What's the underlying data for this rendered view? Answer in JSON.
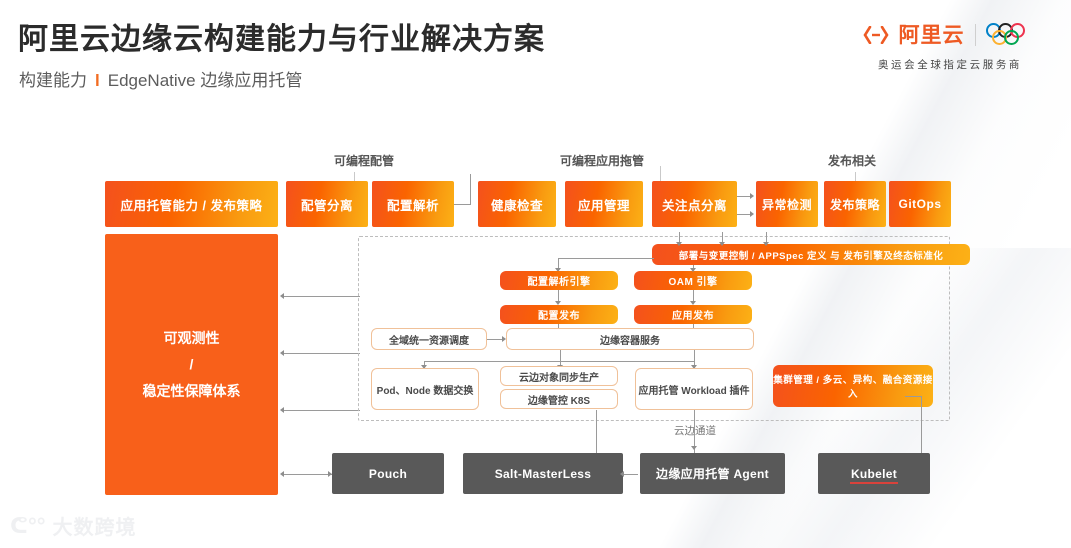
{
  "header": {
    "title": "阿里云边缘云构建能力与行业解决方案",
    "sub_left": "构建能力",
    "sub_sep": "l",
    "sub_right": "EdgeNative 边缘应用托管",
    "logo_text": "阿里云",
    "logo_caption": "奥运会全球指定云服务商"
  },
  "section_labels": {
    "programmable_config": "可编程配管",
    "programmable_app": "可编程应用拖管",
    "release_related": "发布相关"
  },
  "top_row": [
    {
      "label": "应用托管能力 / 发布策略"
    },
    {
      "label": "配管分离"
    },
    {
      "label": "配置解析"
    },
    {
      "label": "健康检查"
    },
    {
      "label": "应用管理"
    },
    {
      "label": "关注点分离"
    },
    {
      "label": "异常检测"
    },
    {
      "label": "发布策略"
    },
    {
      "label": "GitOps"
    }
  ],
  "left_block": {
    "line1": "可观测性",
    "line2": "/",
    "line3": "稳定性保障体系"
  },
  "core": {
    "banner": "部署与变更控制 / APPSpec 定义 与 发布引擎及终态标准化",
    "config_engine": "配置解析引擎",
    "oam_engine": "OAM 引擎",
    "config_release": "配置发布",
    "app_release": "应用发布",
    "global_schedule": "全域统一资源调度",
    "edge_container": "边缘容器服务",
    "pod_node": "Pod、Node 数据交换",
    "cloud_edge_sync": "云边对象同步生产",
    "edge_k8s": "边缘管控 K8S",
    "workload_plugin": "应用托管 Workload 插件",
    "cluster_mgmt": "集群管理 / 多云、异构、融合资源接入",
    "channel_label": "云边通道"
  },
  "bottom_row": [
    {
      "label": "Pouch"
    },
    {
      "label": "Salt-MasterLess"
    },
    {
      "label": "边缘应用托管 Agent"
    },
    {
      "label": "Kubelet"
    }
  ],
  "watermark": {
    "glyph": "ᕦ°°",
    "text": "大数跨境"
  },
  "colors": {
    "orange": "#f8601a",
    "orange_light": "#fcb116",
    "gray_box": "#595959",
    "accent_red": "#d9423b"
  }
}
